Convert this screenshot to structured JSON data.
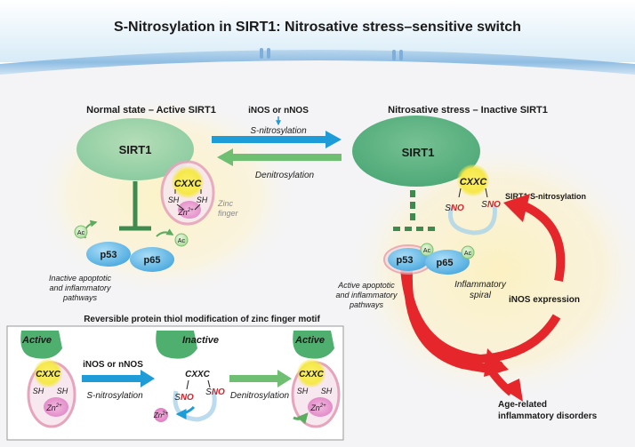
{
  "title": "S-Nitrosylation in SIRT1: Nitrosative stress–sensitive switch",
  "left": {
    "heading": "Normal state – Active SIRT1",
    "sirt1": "SIRT1",
    "motif": "CXXC",
    "sh": "SH",
    "zn": "Zn",
    "zn_sup": "2+",
    "zinc_finger": [
      "Zinc",
      "finger"
    ],
    "ac": "Ac",
    "p53": "p53",
    "p65": "p65",
    "caption": [
      "Inactive apoptotic",
      "and inflammatory",
      "pathways"
    ]
  },
  "middle": {
    "enzymes": "iNOS or nNOS",
    "forward": "S-nitrosylation",
    "reverse": "Denitrosylation"
  },
  "right": {
    "heading": "Nitrosative stress – Inactive SIRT1",
    "sirt1": "SIRT1",
    "motif": "CXXC",
    "sno_s": "S",
    "sno_no": "NO",
    "sirt1_sno": "SIRT1 S-nitrosylation",
    "ac": "Ac",
    "p53": "p53",
    "p65": "p65",
    "caption": [
      "Active apoptotic",
      "and inflammatory",
      "pathways"
    ],
    "spiral": [
      "Inflammatory",
      "spiral"
    ],
    "inos": "iNOS expression",
    "disorders": [
      "Age-related",
      "inflammatory disorders"
    ]
  },
  "inset": {
    "title": "Reversible protein thiol modification of zinc finger motif",
    "active1": "Active",
    "inactive": "Inactive",
    "active2": "Active",
    "motif": "CXXC",
    "sh": "SH",
    "zn": "Zn",
    "zn_sup": "2+",
    "enzymes": "iNOS or nNOS",
    "forward": "S-nitrosylation",
    "reverse": "Denitrosylation",
    "sno_s": "S",
    "sno_no": "NO"
  },
  "colors": {
    "sirt1": "#7fc79a",
    "protein": "#5bb5e8",
    "arrow_blue": "#1e9cd7",
    "arrow_green": "#6fbf73",
    "red": "#e5262b",
    "no_text": "#d4232a",
    "motif_yellow": "#f6ec3a",
    "zn_pink": "#e88bc9"
  }
}
